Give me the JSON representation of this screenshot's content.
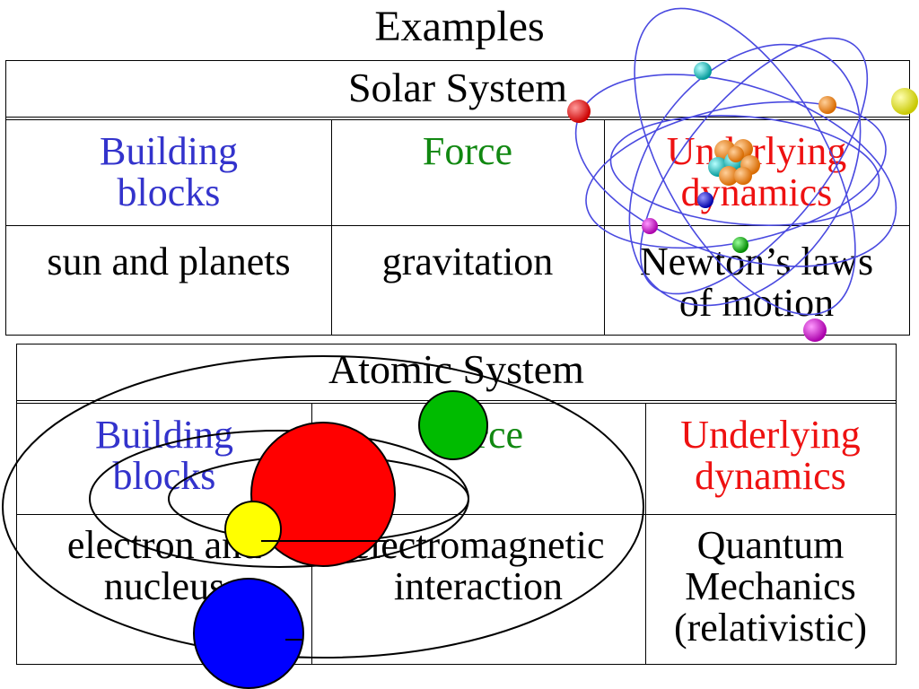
{
  "title": "Examples",
  "solar": {
    "header": "Solar System",
    "col1_header": [
      "Building",
      "blocks"
    ],
    "col2_header": [
      "Force"
    ],
    "col3_header": [
      "Underlying",
      "dynamics"
    ],
    "col1_value": [
      "sun and planets"
    ],
    "col2_value": [
      "gravitation"
    ],
    "col3_value": [
      "Newton’s laws",
      "of motion"
    ]
  },
  "atomic": {
    "header": "Atomic System",
    "col1_header": [
      "Building",
      "blocks"
    ],
    "col2_header": [
      "Force"
    ],
    "col3_header": [
      "Underlying",
      "dynamics"
    ],
    "col1_value": [
      "electron and",
      "nucleus"
    ],
    "col2_value": [
      "electromagnetic",
      "interaction"
    ],
    "col3_value": [
      "Quantum",
      "Mechanics",
      "(relativistic)"
    ]
  },
  "colors": {
    "building_blocks": "#3333cc",
    "force": "#118811",
    "dynamics": "#ee1111",
    "orbit_solar": "#4a4ae0"
  }
}
